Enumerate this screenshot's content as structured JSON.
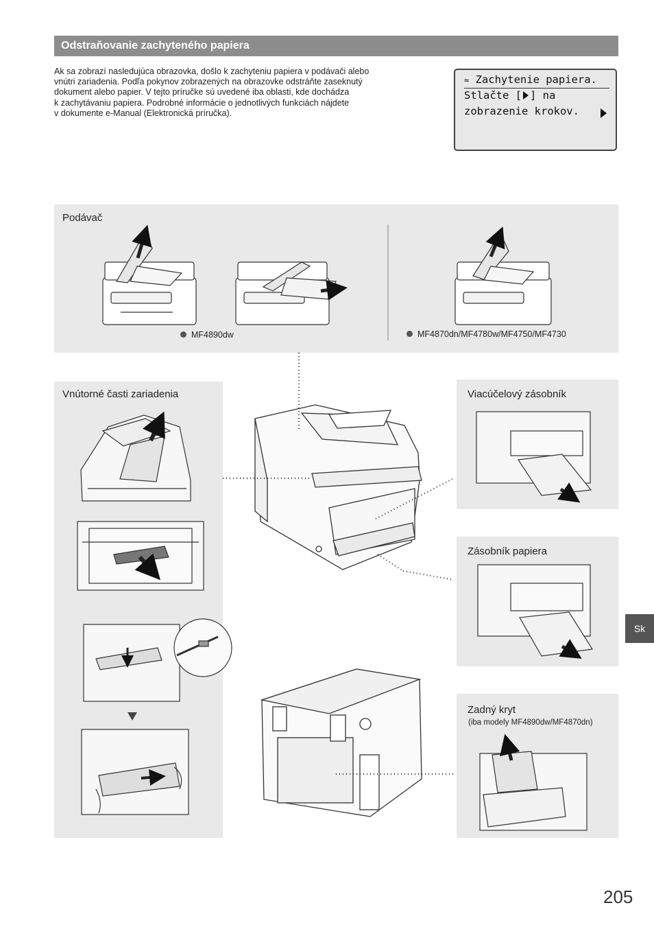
{
  "section": {
    "title": "Odstraňovanie zachyteného papiera"
  },
  "intro": {
    "lines": [
      "Ak sa zobrazí nasledujúca obrazovka, došlo k zachyteniu papiera v podávači alebo",
      "vnútri zariadenia. Podľa pokynov zobrazených na obrazovke odstráňte zaseknutý",
      "dokument alebo papier. V tejto príručke sú uvedené iba oblasti, kde dochádza",
      "k zachytávaniu papiera. Podrobné informácie o jednotlivých funkciách nájdete",
      "v dokumente e-Manual (Elektronická príručka)."
    ]
  },
  "lcd": {
    "icon": "paper-jam-icon",
    "line1": "Zachytenie papiera.",
    "line2_pre": "Stlačte [",
    "line2_post": "] na",
    "line3": "zobrazenie krokov."
  },
  "panels": {
    "feeder": {
      "label": "Podávač",
      "model_a": "MF4890dw",
      "model_b": "MF4870dn/MF4780w/MF4750/MF4730"
    },
    "inside": {
      "label": "Vnútorné časti zariadenia"
    },
    "multipurpose": {
      "label": "Viacúčelový zásobník"
    },
    "paper_drawer": {
      "label": "Zásobník papiera"
    },
    "rear_cover": {
      "label": "Zadný kryt",
      "note": "(iba modely MF4890dw/MF4870dn)"
    }
  },
  "side_tab": "Sk",
  "page_number": "205",
  "colors": {
    "bar": "#8d8d8d",
    "panel": "#e9e9e9",
    "tab": "#555555"
  }
}
